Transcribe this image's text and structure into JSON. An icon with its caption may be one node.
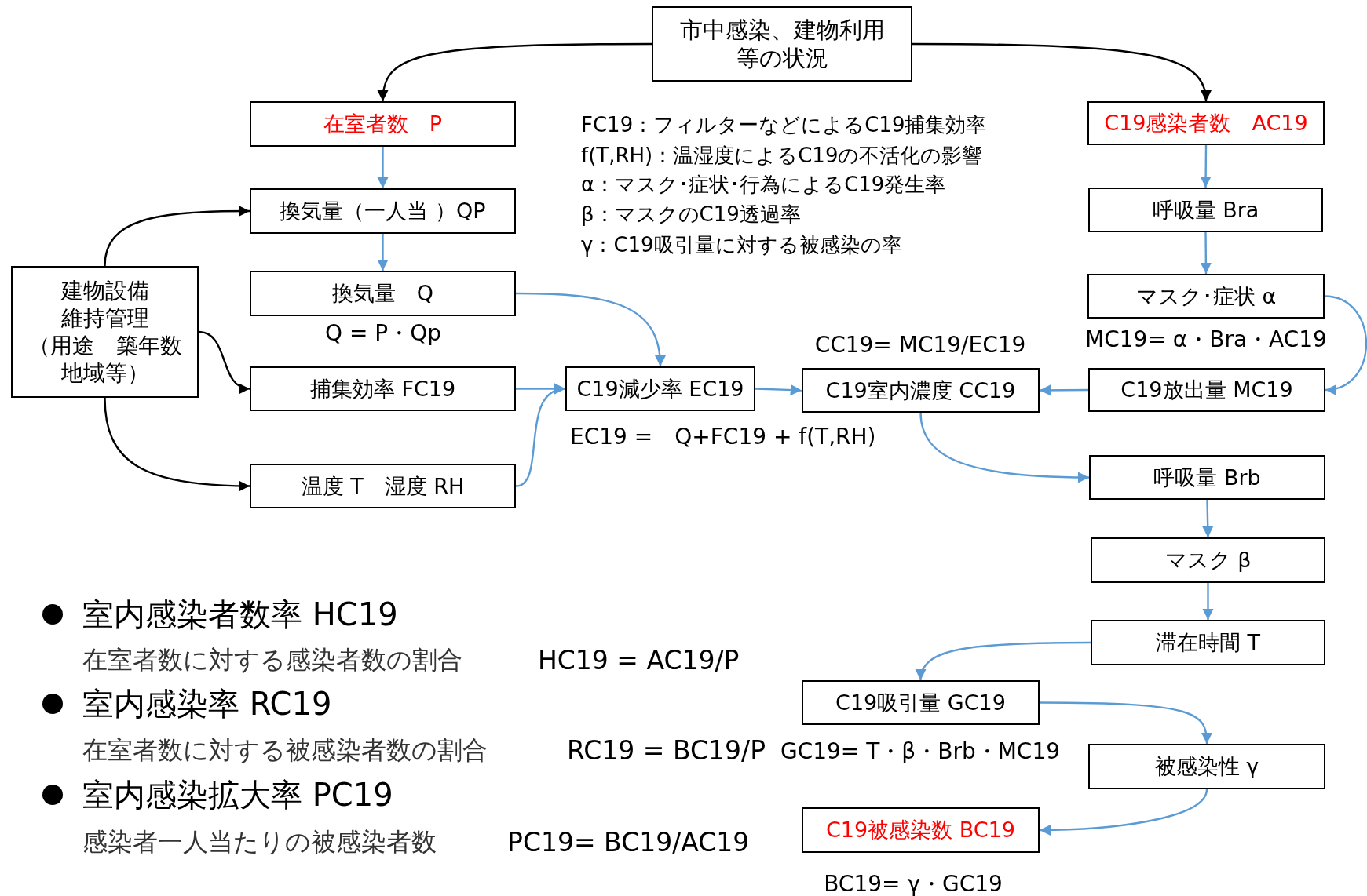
{
  "diagram": {
    "nodes": [
      {
        "text": [
          "市中感染、建物利用等の状況"
        ]
      },
      {
        "text": [
          "在室者数　P"
        ]
      },
      {
        "text": [
          "C19感染者数　AC19"
        ]
      },
      {
        "text": [
          "換気量（一人当 ）QP"
        ]
      },
      {
        "text": [
          "呼吸量 Bra"
        ]
      },
      {
        "text": [
          "建物設備維持管理（用途　築年数地域等）"
        ]
      },
      {
        "text": [
          "換気量　Q"
        ],
        "beside": [
          "Q = P・Qp"
        ]
      },
      {
        "text": [
          "マスク･症状 α"
        ],
        "beside": [
          "MC19= α・Bra・AC19"
        ]
      },
      {
        "text": [
          "捕集効率 FC19"
        ]
      },
      {
        "text": [
          "C19減少率 EC19"
        ],
        "beside": [
          "EC19 =　Q+FC19 + f(T,RH)"
        ]
      },
      {
        "text": [
          "C19室内濃度 CC19"
        ],
        "beside": [
          "CC19= MC19/EC19"
        ]
      },
      {
        "text": [
          "C19放出量 MC19"
        ]
      },
      {
        "text": [
          "温度 T　湿度 RH"
        ]
      },
      {
        "text": [
          "呼吸量 Brb"
        ]
      },
      {
        "text": [
          "マスク β"
        ]
      },
      {
        "text": [
          "滞在時間 T"
        ]
      },
      {
        "text": [
          "C19吸引量 GC19"
        ],
        "beside": [
          "GC19= T・β・Brb・MC19"
        ]
      },
      {
        "text": [
          "被感染性 γ"
        ]
      },
      {
        "text": [
          "C19被感染数 BC19"
        ],
        "beside": [
          "BC19= γ・GC19"
        ]
      }
    ],
    "edges": [
      {
        "from": 0,
        "to": 1,
        "arrow": "to",
        "color": "#000000"
      },
      {
        "from": 0,
        "to": 2,
        "arrow": "to",
        "color": "#000000"
      },
      {
        "from": 1,
        "to": 3,
        "arrow": "to"
      },
      {
        "from": 3,
        "to": 6,
        "arrow": "to"
      },
      {
        "from": 5,
        "to": 3,
        "arrow": "to",
        "color": "#000000"
      },
      {
        "from": 5,
        "to": 8,
        "arrow": "to",
        "color": "#000000"
      },
      {
        "from": 5,
        "to": 12,
        "arrow": "to",
        "color": "#000000"
      },
      {
        "from": 6,
        "to": 9,
        "arrow": "to"
      },
      {
        "from": 8,
        "to": 9,
        "arrow": "to"
      },
      {
        "from": 12,
        "to": 9,
        "arrow": "to"
      },
      {
        "from": 9,
        "to": 10,
        "arrow": "to"
      },
      {
        "from": 11,
        "to": 10,
        "arrow": "to"
      },
      {
        "from": 2,
        "to": 4,
        "arrow": "to"
      },
      {
        "from": 4,
        "to": 7,
        "arrow": "to"
      },
      {
        "from": 7,
        "to": 11,
        "arrow": "to"
      },
      {
        "from": 10,
        "to": 13,
        "arrow": "to"
      },
      {
        "from": 13,
        "to": 14,
        "arrow": "to"
      },
      {
        "from": 14,
        "to": 15,
        "arrow": "to"
      },
      {
        "from": 15,
        "to": 16,
        "arrow": "to"
      },
      {
        "from": 16,
        "to": 17,
        "arrow": "to"
      },
      {
        "from": 17,
        "to": 18,
        "arrow": "to"
      }
    ],
    "labels": [
      "FC19：フィルターなどによるC19捕集効率",
      "f(T,RH)：温湿度によるC19の不活化の影響",
      "α：マスク･症状･行為によるC19発生率",
      "β：マスクのC19透過率",
      "γ：C19吸引量に対する被感染の率",
      "室内感染者数率 HC19",
      "在室者数に対する感染者数の割合",
      "HC19 = AC19/P",
      "室内感染率 RC19",
      "在室者数に対する被感染者数の割合",
      "RC19 = BC19/P",
      "室内感染拡大率 PC19",
      "感染者一人当たりの被感染者数",
      "PC19= BC19/AC19"
    ]
  }
}
